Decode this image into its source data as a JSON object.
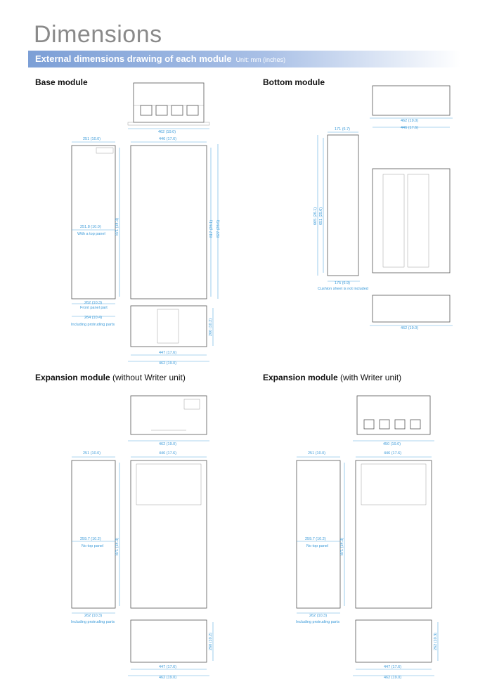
{
  "page": {
    "title": "Dimensions",
    "banner": "External dimensions drawing of each module",
    "unit": "Unit: mm (inches)"
  },
  "base": {
    "title": "Base module",
    "top_width": "462 (19.0)",
    "side_depth": "251 (10.0)",
    "front_width": "446 (17.6)",
    "height_side": "871 (34.3)",
    "height_front_1": "817 (28.1)",
    "height_front_2": "827 (28.6)",
    "depth_top_panel": "251.8 (10.0)",
    "note_top_panel": "With a top panel",
    "depth_front_panel": "262 (10.3)",
    "note_front_panel": "Front panel part",
    "depth_protruding": "264 (10.4)",
    "note_protruding": "Including protruding parts",
    "bottom_height": "260 (10.2)",
    "bottom_width_1": "447 (17.6)",
    "bottom_width_2": "462 (19.0)"
  },
  "bottom": {
    "title": "Bottom module",
    "top_width": "462 (19.0)",
    "front_width": "446 (17.6)",
    "side_depth": "171 (6.7)",
    "height_1": "665 (26.1)",
    "height_2": "651 (25.6)",
    "base_depth": "175 (6.9)",
    "note_cushion": "Cushion sheet is not included",
    "bottom_width": "462 (19.0)"
  },
  "exp_no_writer": {
    "title": "Expansion module",
    "subtitle": "(without Writer unit)",
    "top_width": "462 (19.0)",
    "side_depth": "251 (10.0)",
    "front_width": "446 (17.6)",
    "height": "871 (34.3)",
    "depth_top_panel": "259.7 (10.2)",
    "note_top_panel": "No top panel",
    "depth_protruding": "262 (10.3)",
    "note_protruding": "Including protruding parts",
    "bottom_height": "260 (10.2)",
    "bottom_width_1": "447 (17.6)",
    "bottom_width_2": "462 (19.0)"
  },
  "exp_writer": {
    "title": "Expansion module",
    "subtitle": "(with Writer unit)",
    "top_width": "450 (19.0)",
    "side_depth": "251 (10.0)",
    "front_width": "446 (17.6)",
    "height": "871 (34.3)",
    "depth_top_panel": "259.7 (10.2)",
    "note_top_panel": "No top panel",
    "depth_protruding": "262 (10.3)",
    "note_protruding": "Including protruding parts",
    "bottom_height": "262 (10.3)",
    "bottom_width_1": "447 (17.6)",
    "bottom_width_2": "462 (19.0)"
  }
}
